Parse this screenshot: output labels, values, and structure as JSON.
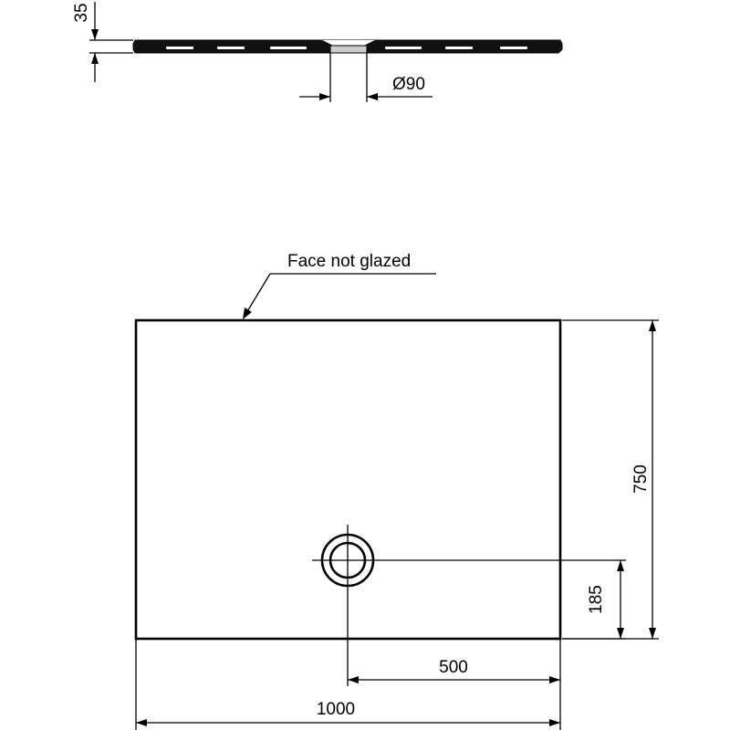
{
  "labels": {
    "height": "35",
    "drain_diameter": "Ø90",
    "face_note": "Face not glazed",
    "depth": "750",
    "drain_offset_y": "185",
    "drain_offset_x": "500",
    "width": "1000"
  },
  "colors": {
    "line": "#000000",
    "background": "#ffffff",
    "tray_side": "#111111"
  }
}
